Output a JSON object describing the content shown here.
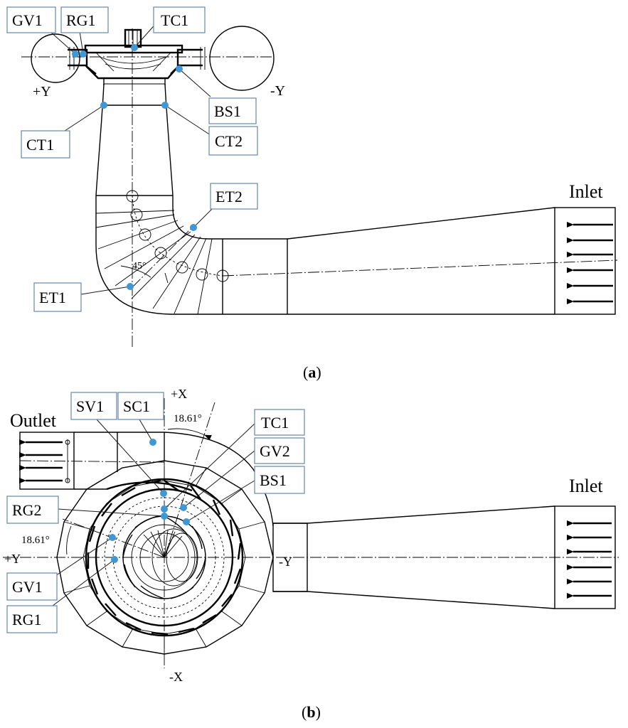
{
  "panel_a": {
    "caption_open": "(",
    "caption_letter": "a",
    "caption_close": ")",
    "inlet_label": "Inlet",
    "axis_plus_y": "+Y",
    "axis_minus_y": "-Y",
    "angle_label": "45°",
    "points": [
      {
        "id": "GV1"
      },
      {
        "id": "RG1"
      },
      {
        "id": "TC1"
      },
      {
        "id": "BS1"
      },
      {
        "id": "CT1"
      },
      {
        "id": "CT2"
      },
      {
        "id": "ET2"
      },
      {
        "id": "ET1"
      }
    ]
  },
  "panel_b": {
    "caption_open": "(",
    "caption_letter": "b",
    "caption_close": ")",
    "inlet_label": "Inlet",
    "outlet_label": "Outlet",
    "axis_plus_x": "+X",
    "axis_minus_x": "-X",
    "axis_plus_y": "+Y",
    "axis_minus_y": "-Y",
    "angle_label_right": "18.61°",
    "angle_label_left": "18.61°",
    "points": [
      {
        "id": "SV1"
      },
      {
        "id": "SC1"
      },
      {
        "id": "TC1"
      },
      {
        "id": "GV2"
      },
      {
        "id": "BS1"
      },
      {
        "id": "RG2"
      },
      {
        "id": "GV1"
      },
      {
        "id": "RG1"
      }
    ]
  },
  "colors": {
    "marker": "#3f97d3",
    "label_border": "#6f8fb5",
    "line": "#000000"
  }
}
